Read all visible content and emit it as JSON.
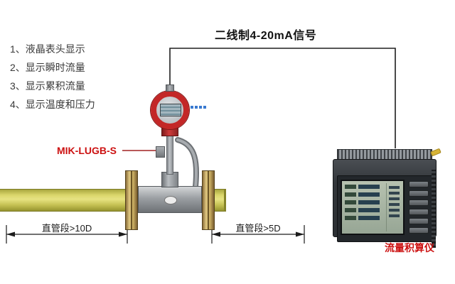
{
  "labels": {
    "signal": "二线制4-20mA信号",
    "model": "MIK-LUGB-S",
    "device": "流量积算仪",
    "dim_left": "直管段>10D",
    "dim_right": "直管段>5D"
  },
  "features": {
    "items": [
      "1、液晶表头显示",
      "2、显示瞬时流量",
      "3、显示累积流量",
      "4、显示温度和压力"
    ]
  },
  "colors": {
    "accent_red": "#cc1111",
    "pipe_yellow": "#d9d56a",
    "flange_tan": "#dcc47e",
    "flowmeter_head_red": "#c32727",
    "wire_line": "#1e1e1e",
    "device_body": "#33373b",
    "device_screen": "#a7b4a2"
  }
}
